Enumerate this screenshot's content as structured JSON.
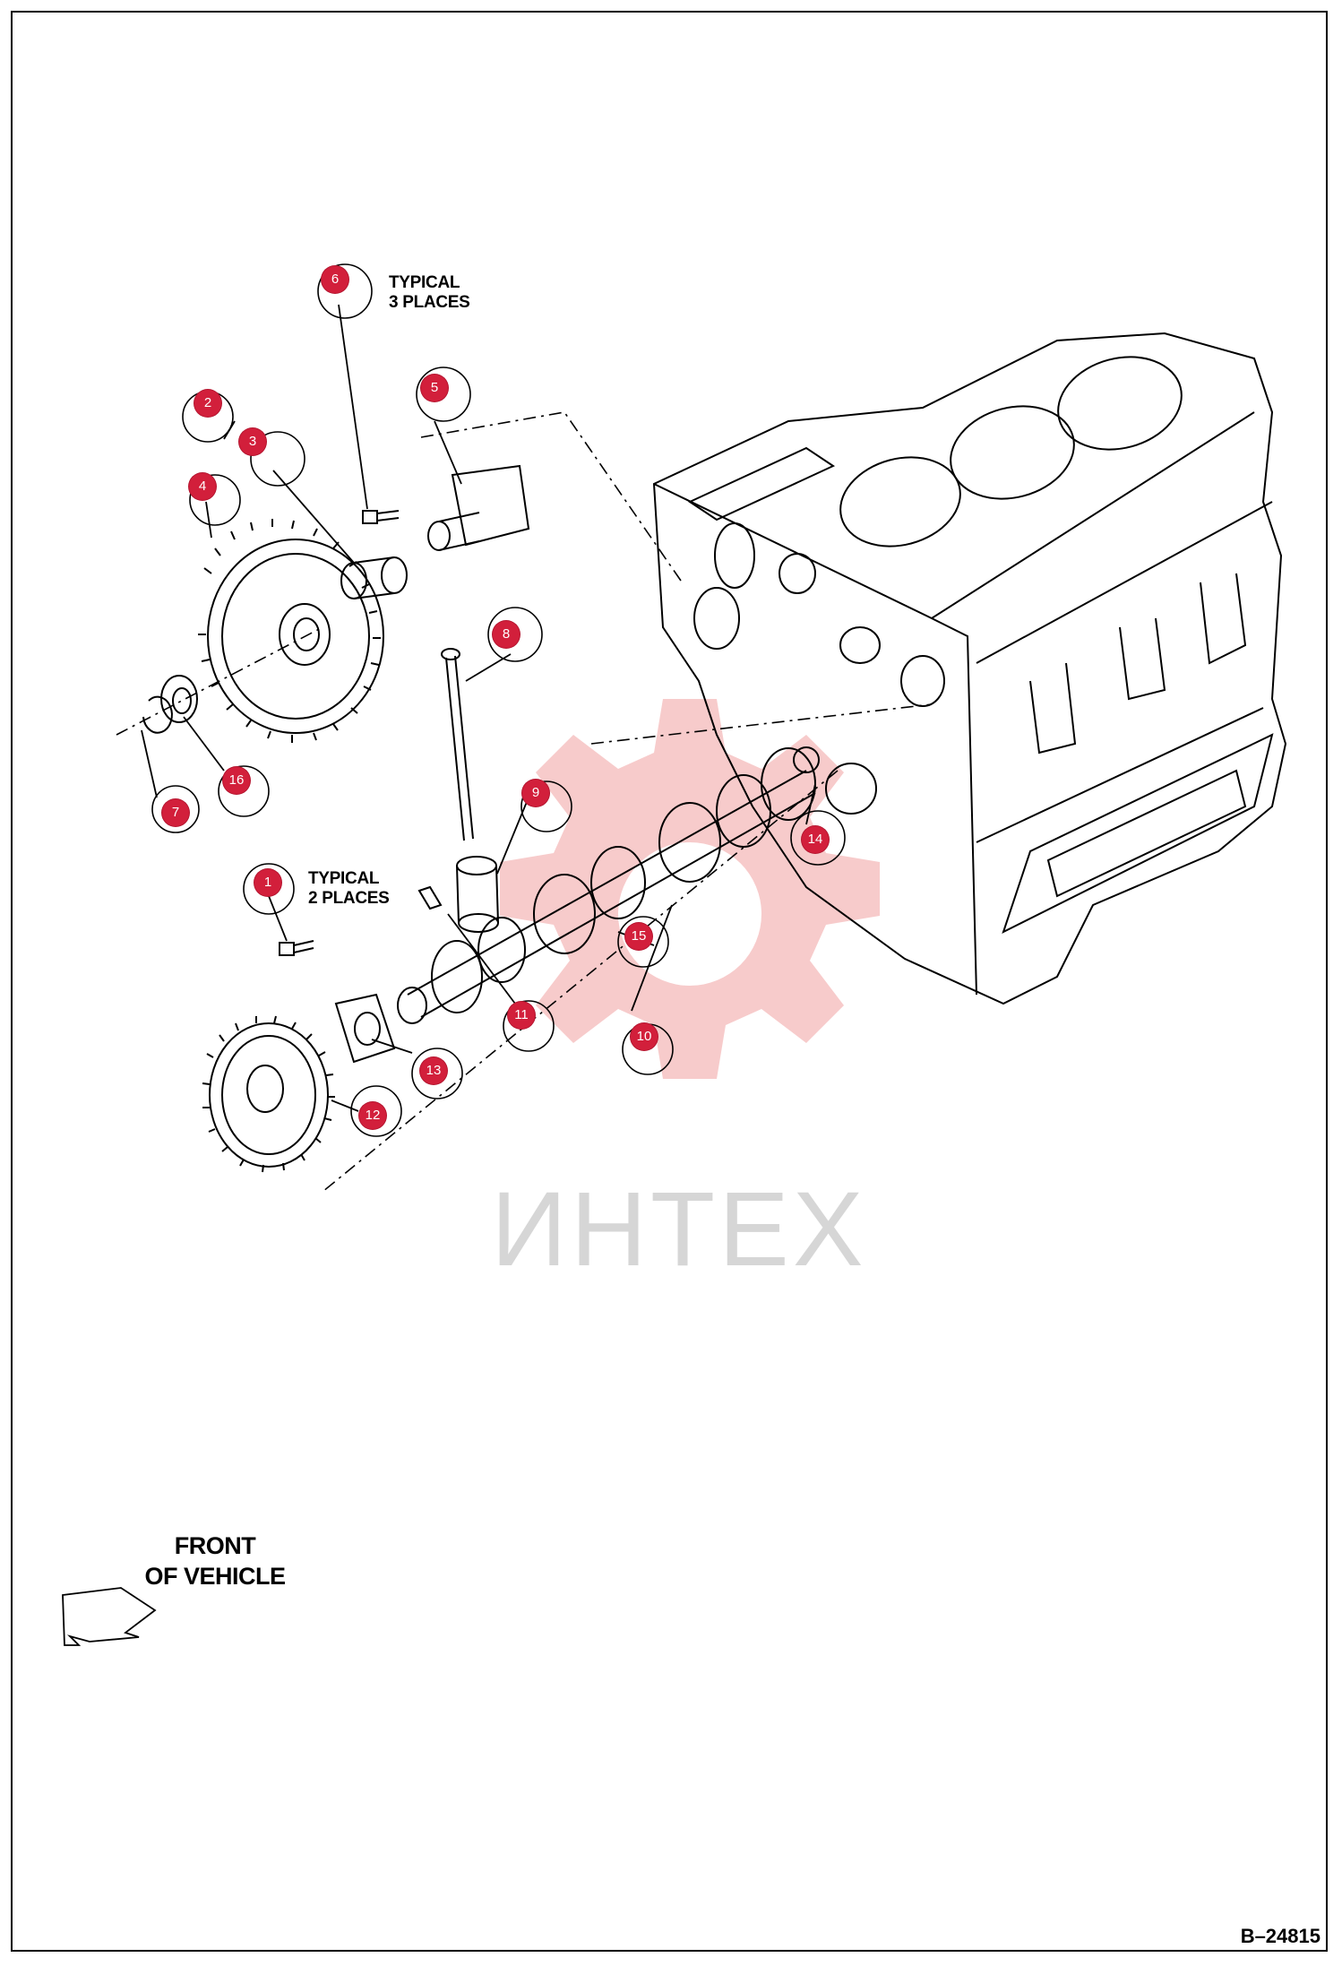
{
  "notes": {
    "typical_3_line1": "TYPICAL",
    "typical_3_line2": "3 PLACES",
    "typical_2_line1": "TYPICAL",
    "typical_2_line2": "2 PLACES",
    "front_line1": "FRONT",
    "front_line2": "OF VEHICLE"
  },
  "watermark": "ИНТЕХ",
  "figure_code": "B–24815",
  "callouts": [
    "1",
    "2",
    "3",
    "4",
    "5",
    "6",
    "7",
    "8",
    "9",
    "10",
    "11",
    "12",
    "13",
    "14",
    "15",
    "16"
  ],
  "colors": {
    "callout": "#d21f3b",
    "line": "#000000",
    "watermark": "#f2b3b3"
  }
}
